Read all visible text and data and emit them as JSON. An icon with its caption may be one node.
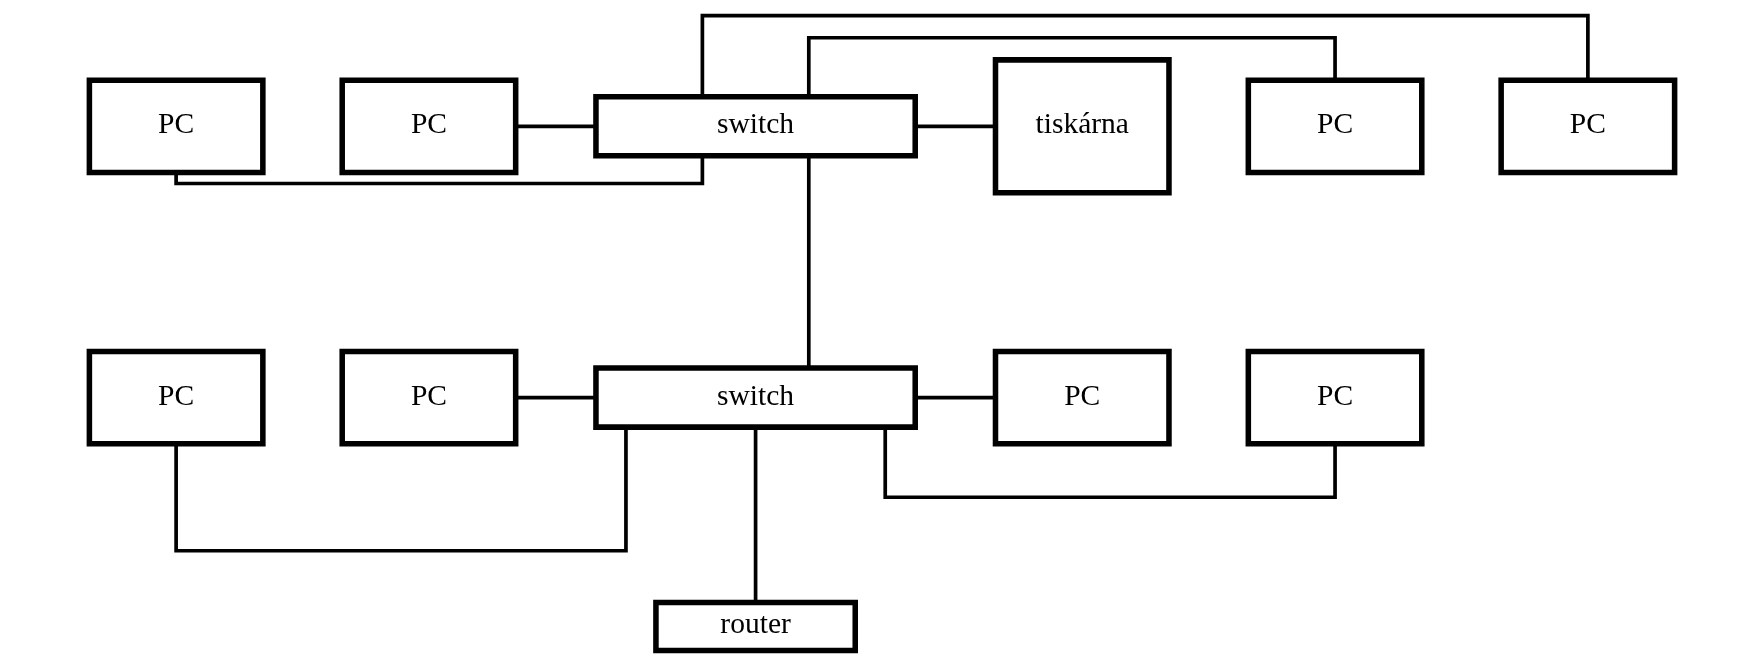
{
  "diagram": {
    "nodes": [
      {
        "text": [
          "PC"
        ]
      },
      {
        "text": [
          "PC"
        ]
      },
      {
        "text": [
          "switch"
        ]
      },
      {
        "text": [
          "PC"
        ]
      },
      {
        "text": [
          "PC"
        ]
      },
      {
        "text": [
          "tiskárna"
        ]
      },
      {
        "text": [
          "PC"
        ]
      },
      {
        "text": [
          "PC"
        ]
      },
      {
        "text": [
          "switch"
        ]
      },
      {
        "text": [
          "PC"
        ]
      },
      {
        "text": [
          "PC"
        ]
      },
      {
        "text": [
          "router"
        ]
      }
    ],
    "edges": [
      {
        "from": 0,
        "to": 2,
        "arrow": "none"
      },
      {
        "from": 1,
        "to": 2,
        "arrow": "none"
      },
      {
        "from": 2,
        "to": 3,
        "arrow": "none"
      },
      {
        "from": 2,
        "to": 4,
        "arrow": "none"
      },
      {
        "from": 2,
        "to": 5,
        "arrow": "none"
      },
      {
        "from": 2,
        "to": 8,
        "arrow": "none"
      },
      {
        "from": 6,
        "to": 8,
        "arrow": "none"
      },
      {
        "from": 7,
        "to": 8,
        "arrow": "none"
      },
      {
        "from": 8,
        "to": 9,
        "arrow": "none"
      },
      {
        "from": 8,
        "to": 10,
        "arrow": "none"
      },
      {
        "from": 8,
        "to": 11,
        "arrow": "none"
      }
    ]
  }
}
